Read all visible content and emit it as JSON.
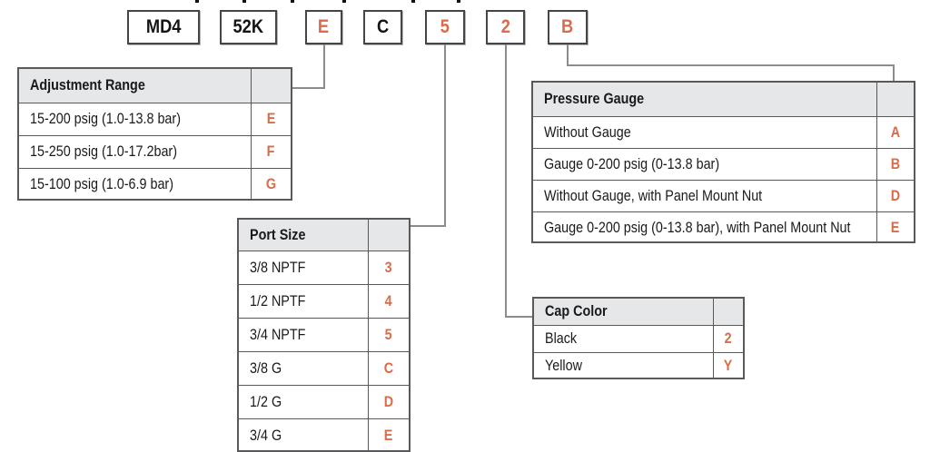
{
  "colors": {
    "accent_orange": "#d96c4b",
    "table_header_bg": "#e6e7e8",
    "table_border": "#59595b",
    "connector_gray": "#8c8c8c",
    "text_black": "#1a1a1a"
  },
  "part_number_boxes": [
    {
      "label": "MD4",
      "color": "black"
    },
    {
      "label": "52K",
      "color": "black"
    },
    {
      "label": "E",
      "color": "orange"
    },
    {
      "label": "C",
      "color": "black"
    },
    {
      "label": "5",
      "color": "orange"
    },
    {
      "label": "2",
      "color": "orange"
    },
    {
      "label": "B",
      "color": "orange"
    }
  ],
  "tables": {
    "adjustment_range": {
      "title": "Adjustment Range",
      "rows": [
        {
          "label": "15-200 psig (1.0-13.8 bar)",
          "code": "E"
        },
        {
          "label": "15-250 psig (1.0-17.2bar)",
          "code": "F"
        },
        {
          "label": "15-100 psig (1.0-6.9 bar)",
          "code": "G"
        }
      ]
    },
    "port_size": {
      "title": "Port Size",
      "rows": [
        {
          "label": "3/8 NPTF",
          "code": "3"
        },
        {
          "label": "1/2 NPTF",
          "code": "4"
        },
        {
          "label": "3/4 NPTF",
          "code": "5"
        },
        {
          "label": "3/8 G",
          "code": "C"
        },
        {
          "label": "1/2 G",
          "code": "D"
        },
        {
          "label": "3/4 G",
          "code": "E"
        }
      ]
    },
    "cap_color": {
      "title": "Cap Color",
      "rows": [
        {
          "label": "Black",
          "code": "2"
        },
        {
          "label": "Yellow",
          "code": "Y"
        }
      ]
    },
    "pressure_gauge": {
      "title": "Pressure Gauge",
      "rows": [
        {
          "label": "Without Gauge",
          "code": "A"
        },
        {
          "label": "Gauge 0-200 psig (0-13.8 bar)",
          "code": "B"
        },
        {
          "label": "Without Gauge, with Panel Mount Nut",
          "code": "D"
        },
        {
          "label": "Gauge 0-200 psig (0-13.8 bar),  with Panel Mount Nut",
          "code": "E"
        }
      ]
    }
  }
}
